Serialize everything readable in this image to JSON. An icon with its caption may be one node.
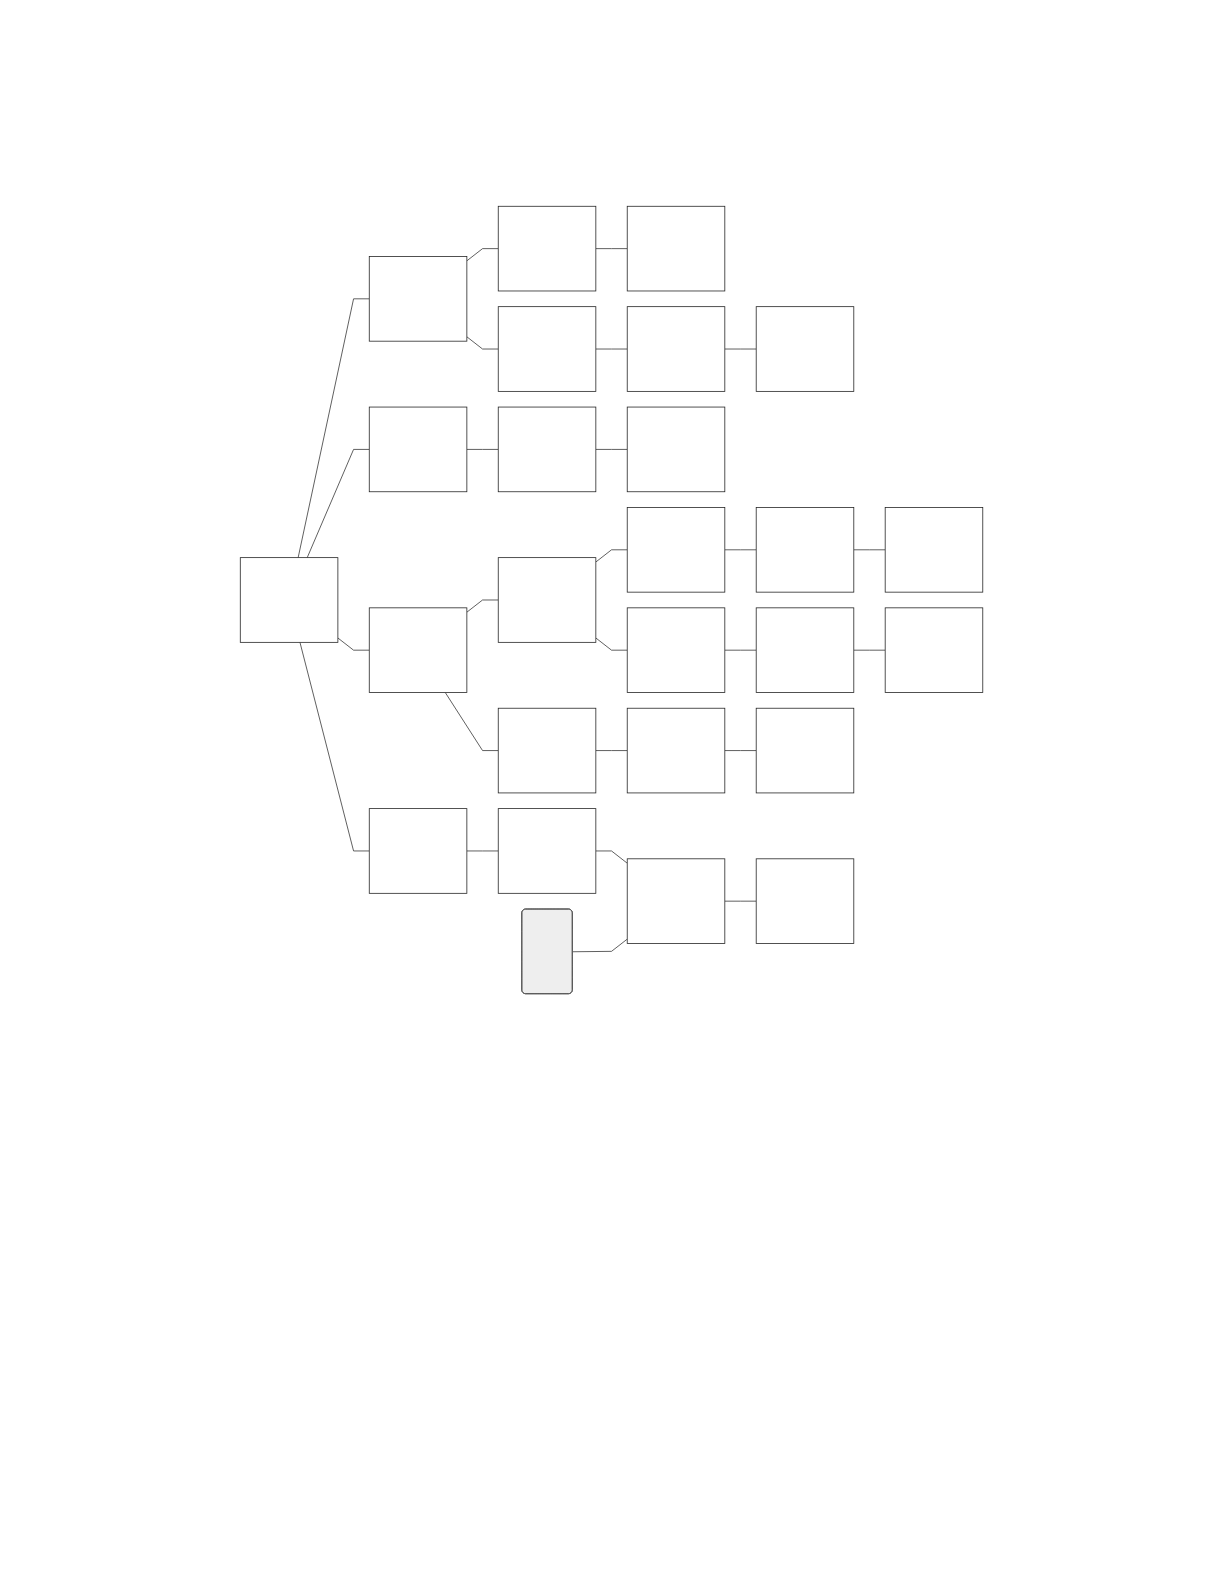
{
  "diagram": {
    "nodes": [
      {
        "text": [],
        "shape": "box"
      },
      {
        "text": [],
        "shape": "box"
      },
      {
        "text": [],
        "shape": "box"
      },
      {
        "text": [],
        "shape": "box"
      },
      {
        "text": [],
        "shape": "box"
      },
      {
        "text": [],
        "shape": "box"
      },
      {
        "text": [],
        "shape": "box"
      },
      {
        "text": [],
        "shape": "box"
      },
      {
        "text": [],
        "shape": "box"
      },
      {
        "text": [],
        "shape": "box"
      },
      {
        "text": [],
        "shape": "box"
      },
      {
        "text": [],
        "shape": "box"
      },
      {
        "text": [],
        "shape": "box"
      },
      {
        "text": [],
        "shape": "box"
      },
      {
        "text": [],
        "shape": "box"
      },
      {
        "text": [],
        "shape": "box"
      },
      {
        "text": [],
        "shape": "box"
      },
      {
        "text": [],
        "shape": "box"
      },
      {
        "text": [],
        "shape": "box"
      },
      {
        "text": [],
        "shape": "box"
      },
      {
        "text": [],
        "shape": "box"
      },
      {
        "text": [],
        "shape": "box"
      },
      {
        "text": [],
        "shape": "box"
      },
      {
        "text": [],
        "shape": "box"
      },
      {
        "text": [],
        "shape": "box"
      },
      {
        "text": [],
        "shape": "bubble"
      }
    ],
    "edges": [
      {
        "from": 0,
        "to": 1,
        "arrow": "none"
      },
      {
        "from": 0,
        "to": 2,
        "arrow": "none"
      },
      {
        "from": 0,
        "to": 3,
        "arrow": "none"
      },
      {
        "from": 0,
        "to": 4,
        "arrow": "none"
      },
      {
        "from": 1,
        "to": 5,
        "arrow": "none"
      },
      {
        "from": 1,
        "to": 6,
        "arrow": "none"
      },
      {
        "from": 5,
        "to": 7,
        "arrow": "none"
      },
      {
        "from": 6,
        "to": 8,
        "arrow": "none"
      },
      {
        "from": 8,
        "to": 9,
        "arrow": "none"
      },
      {
        "from": 2,
        "to": 10,
        "arrow": "none"
      },
      {
        "from": 10,
        "to": 11,
        "arrow": "none"
      },
      {
        "from": 3,
        "to": 12,
        "arrow": "none"
      },
      {
        "from": 3,
        "to": 13,
        "arrow": "none"
      },
      {
        "from": 12,
        "to": 14,
        "arrow": "none"
      },
      {
        "from": 12,
        "to": 15,
        "arrow": "none"
      },
      {
        "from": 14,
        "to": 16,
        "arrow": "none"
      },
      {
        "from": 16,
        "to": 17,
        "arrow": "none"
      },
      {
        "from": 15,
        "to": 18,
        "arrow": "none"
      },
      {
        "from": 18,
        "to": 19,
        "arrow": "none"
      },
      {
        "from": 13,
        "to": 20,
        "arrow": "none"
      },
      {
        "from": 20,
        "to": 21,
        "arrow": "none"
      },
      {
        "from": 4,
        "to": 22,
        "arrow": "none"
      },
      {
        "from": 22,
        "to": 23,
        "arrow": "none"
      },
      {
        "from": 23,
        "to": 24,
        "arrow": "none"
      },
      {
        "from": 25,
        "to": 23,
        "arrow": "none"
      }
    ]
  }
}
